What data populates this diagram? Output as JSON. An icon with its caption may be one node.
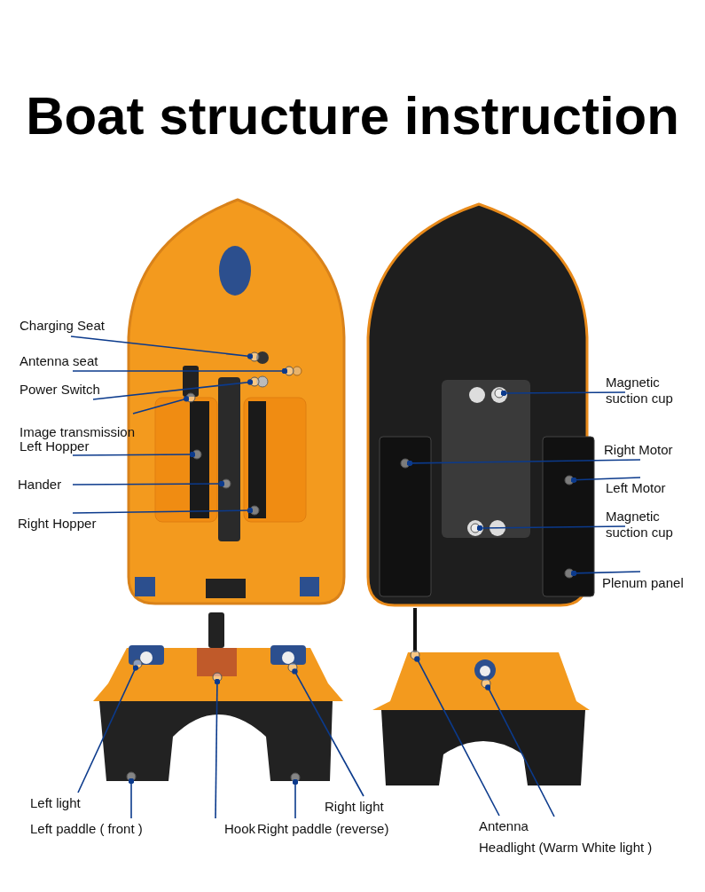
{
  "diagram": {
    "title": "Boat structure instruction",
    "nodes": [
      {
        "text": [
          "Charging Seat"
        ]
      },
      {
        "text": [
          "Antenna seat"
        ]
      },
      {
        "text": [
          "Power Switch"
        ]
      },
      {
        "text": [
          "Image transmission"
        ]
      },
      {
        "text": [
          "Left Hopper"
        ]
      },
      {
        "text": [
          "Hander"
        ]
      },
      {
        "text": [
          "Right Hopper"
        ]
      },
      {
        "text": [
          "Magnetic suction cup"
        ]
      },
      {
        "text": [
          "Right Motor"
        ]
      },
      {
        "text": [
          "Left Motor"
        ]
      },
      {
        "text": [
          "Magnetic suction cup"
        ]
      },
      {
        "text": [
          "Plenum panel"
        ]
      },
      {
        "text": [
          "Left light"
        ]
      },
      {
        "text": [
          "Left paddle ( front )"
        ]
      },
      {
        "text": [
          "Hook"
        ]
      },
      {
        "text": [
          "Right light"
        ]
      },
      {
        "text": [
          "Right paddle (reverse)"
        ]
      },
      {
        "text": [
          "Antenna"
        ]
      },
      {
        "text": [
          "Headlight (Warm White light )"
        ]
      },
      {
        "text": [],
        "shape": "circle"
      },
      {
        "text": [],
        "shape": "circle"
      },
      {
        "text": [],
        "shape": "circle"
      },
      {
        "text": [],
        "shape": "circle"
      },
      {
        "text": [],
        "shape": "circle"
      },
      {
        "text": [],
        "shape": "circle"
      },
      {
        "text": [],
        "shape": "circle"
      },
      {
        "text": [],
        "shape": "circle"
      },
      {
        "text": [],
        "shape": "circle"
      },
      {
        "text": [],
        "shape": "circle"
      },
      {
        "text": [],
        "shape": "circle"
      },
      {
        "text": [],
        "shape": "circle"
      },
      {
        "text": [],
        "shape": "circle"
      },
      {
        "text": [],
        "shape": "circle"
      },
      {
        "text": [],
        "shape": "circle"
      },
      {
        "text": [],
        "shape": "circle"
      },
      {
        "text": [],
        "shape": "circle"
      },
      {
        "text": [],
        "shape": "circle"
      },
      {
        "text": [],
        "shape": "circle"
      }
    ],
    "edges": [
      {
        "from": 0,
        "to": 19,
        "arrow": "other"
      },
      {
        "from": 1,
        "to": 20,
        "arrow": "other"
      },
      {
        "from": 2,
        "to": 21,
        "arrow": "other"
      },
      {
        "from": 3,
        "to": 22,
        "arrow": "other"
      },
      {
        "from": 4,
        "to": 23,
        "arrow": "other"
      },
      {
        "from": 5,
        "to": 24,
        "arrow": "other"
      },
      {
        "from": 6,
        "to": 25,
        "arrow": "other"
      },
      {
        "from": 7,
        "to": 26,
        "arrow": "other"
      },
      {
        "from": 8,
        "to": 27,
        "arrow": "other"
      },
      {
        "from": 9,
        "to": 28,
        "arrow": "other"
      },
      {
        "from": 10,
        "to": 29,
        "arrow": "other"
      },
      {
        "from": 11,
        "to": 30,
        "arrow": "other"
      },
      {
        "from": 12,
        "to": 31,
        "arrow": "other"
      },
      {
        "from": 13,
        "to": 32,
        "arrow": "other"
      },
      {
        "from": 14,
        "to": 33,
        "arrow": "other"
      },
      {
        "from": 15,
        "to": 34,
        "arrow": "other"
      },
      {
        "from": 16,
        "to": 35,
        "arrow": "other"
      },
      {
        "from": 17,
        "to": 36,
        "arrow": "other"
      },
      {
        "from": 18,
        "to": 37,
        "arrow": "other"
      }
    ]
  }
}
